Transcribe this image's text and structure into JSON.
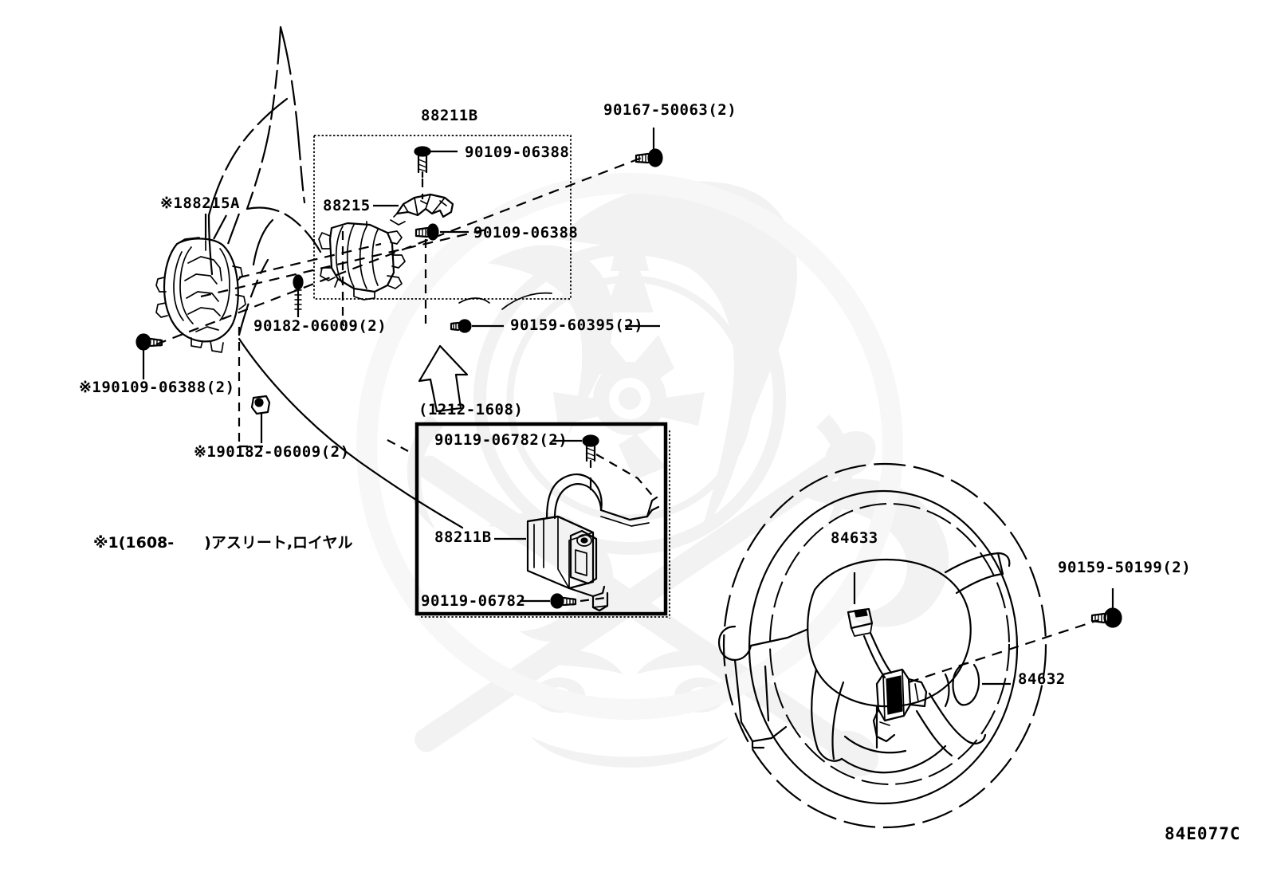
{
  "diagram": {
    "code": "84E077C",
    "footnote": "※1(1608-　　)アスリート,ロイヤル",
    "line_color": "#000000",
    "watermark_color": "#f2f2f2",
    "background": "#ffffff"
  },
  "boxes": {
    "upper": {
      "title": "88211B"
    },
    "lower": {
      "date_range": "(1212-1608)"
    }
  },
  "callouts": {
    "c01": "88215A",
    "c01_mark": "※1",
    "c02": "88211B",
    "c03": "90109-06388",
    "c04": "88215",
    "c05": "90109-06388",
    "c06": "90167-50063(2)",
    "c07": "90182-06009(2)",
    "c08": "90159-60395(2)",
    "c09": "90109-06388(2)",
    "c09_mark": "※1",
    "c10": "90182-06009(2)",
    "c10_mark": "※1",
    "c11": "90119-06782(2)",
    "c12": "88211B",
    "c13": "90119-06782",
    "c14": "84633",
    "c15": "84632",
    "c16": "90159-50199(2)"
  }
}
